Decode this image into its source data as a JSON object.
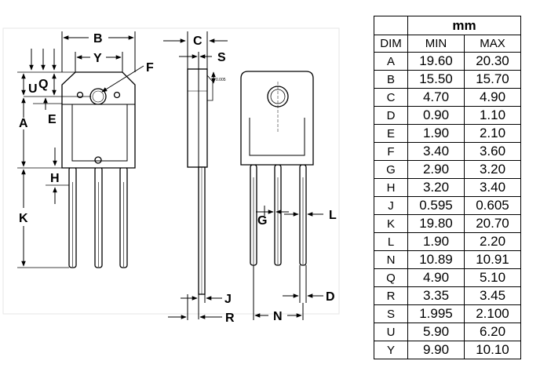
{
  "drawing": {
    "labels": {
      "B": "B",
      "Y": "Y",
      "F": "F",
      "U": "U",
      "Q": "Q",
      "E": "E",
      "A": "A",
      "H": "H",
      "K": "K",
      "C": "C",
      "S": "S",
      "J": "J",
      "R": "R",
      "G": "G",
      "L": "L",
      "N": "N",
      "D": "D"
    },
    "tiny_note": "0.005"
  },
  "table": {
    "unit": "mm",
    "col_dim": "DIM",
    "col_min": "MIN",
    "col_max": "MAX",
    "rows": [
      {
        "dim": "A",
        "min": "19.60",
        "max": "20.30"
      },
      {
        "dim": "B",
        "min": "15.50",
        "max": "15.70"
      },
      {
        "dim": "C",
        "min": "4.70",
        "max": "4.90"
      },
      {
        "dim": "D",
        "min": "0.90",
        "max": "1.10"
      },
      {
        "dim": "E",
        "min": "1.90",
        "max": "2.10"
      },
      {
        "dim": "F",
        "min": "3.40",
        "max": "3.60"
      },
      {
        "dim": "G",
        "min": "2.90",
        "max": "3.20"
      },
      {
        "dim": "H",
        "min": "3.20",
        "max": "3.40"
      },
      {
        "dim": "J",
        "min": "0.595",
        "max": "0.605"
      },
      {
        "dim": "K",
        "min": "19.80",
        "max": "20.70"
      },
      {
        "dim": "L",
        "min": "1.90",
        "max": "2.20"
      },
      {
        "dim": "N",
        "min": "10.89",
        "max": "10.91"
      },
      {
        "dim": "Q",
        "min": "4.90",
        "max": "5.10"
      },
      {
        "dim": "R",
        "min": "3.35",
        "max": "3.45"
      },
      {
        "dim": "S",
        "min": "1.995",
        "max": "2.100"
      },
      {
        "dim": "U",
        "min": "5.90",
        "max": "6.20"
      },
      {
        "dim": "Y",
        "min": "9.90",
        "max": "10.10"
      }
    ]
  }
}
